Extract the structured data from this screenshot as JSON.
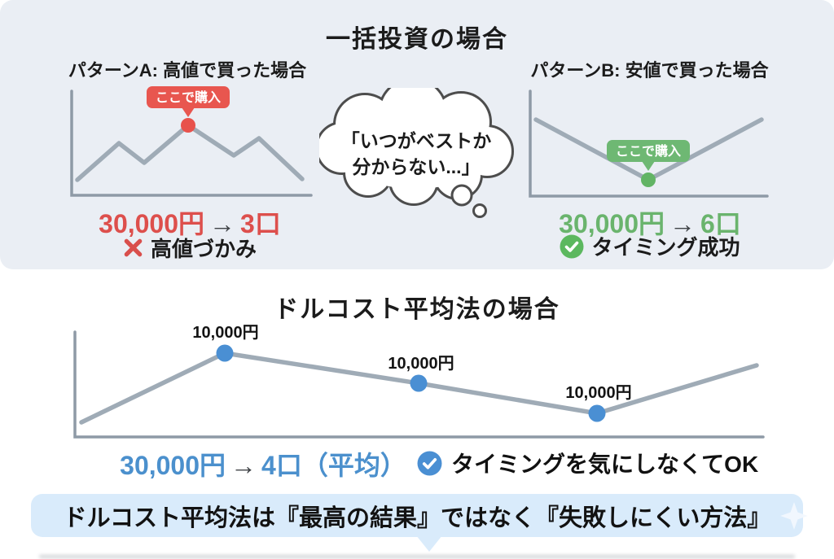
{
  "top_section": {
    "title": "一括投資の場合",
    "pattern_a": {
      "header": "パターンA: 高値で買った場合",
      "tooltip": "ここで購入",
      "amount": "30,000円",
      "arrow": "→",
      "units": "3口",
      "verdict": "高値づかみ",
      "verdict_icon": "x-mark-icon",
      "accent_color": "#dd4f4c"
    },
    "thought_bubble": {
      "line1": "「いつがベストか",
      "line2": "分からない...」"
    },
    "pattern_b": {
      "header": "パターンB: 安値で買った場合",
      "tooltip": "ここで購入",
      "amount": "30,000円",
      "arrow": "→",
      "units": "6口",
      "verdict": "タイミング成功",
      "verdict_icon": "check-circle-icon",
      "accent_color": "#6ab46d"
    }
  },
  "bottom_section": {
    "title": "ドルコスト平均法の場合",
    "point_labels": [
      "10,000円",
      "10,000円",
      "10,000円"
    ],
    "amount": "30,000円",
    "arrow": "→",
    "units": "4口（平均）",
    "verdict": "タイミングを気にしなくてOK",
    "verdict_icon": "check-circle-icon",
    "accent_color": "#4b90cd"
  },
  "banner": {
    "text": "ドルコスト平均法は『最高の結果』ではなく『失敗しにくい方法』",
    "bg_color": "#d9ebfb"
  },
  "colors": {
    "panel_bg": "#eaeef4",
    "line_gray": "#9fabb6",
    "axis_gray": "#8e9aa6",
    "red": "#dd4f4c",
    "red_tooltip": "#e8564f",
    "green": "#6ab46d",
    "green_tooltip": "#6eb873",
    "green_badge": "#5cb85f",
    "blue": "#4a8fd3",
    "banner_bg": "#d9ebfb"
  },
  "chart_data": [
    {
      "type": "line",
      "title": "パターンA: 高値で買った場合",
      "annotation": "ここで購入",
      "annotation_point_index": 3,
      "relative_values": [
        22,
        74,
        47,
        100,
        57,
        81,
        23
      ],
      "summary": "30,000円 → 3口",
      "note": "高値づかみ",
      "grid": false,
      "legend_position": "none"
    },
    {
      "type": "line",
      "title": "パターンB: 安値で買った場合",
      "annotation": "ここで購入",
      "annotation_point_index": 1,
      "relative_values": [
        100,
        21,
        100
      ],
      "summary": "30,000円 → 6口",
      "note": "タイミング成功",
      "grid": false,
      "legend_position": "none"
    },
    {
      "type": "line",
      "title": "ドルコスト平均法の場合",
      "point_labels": [
        "10,000円",
        "10,000円",
        "10,000円"
      ],
      "labeled_point_indices": [
        1,
        2,
        3
      ],
      "relative_values": [
        17,
        100,
        64,
        28,
        85
      ],
      "summary": "30,000円 → 4口（平均）",
      "note": "タイミングを気にしなくてOK",
      "grid": false,
      "legend_position": "none"
    }
  ]
}
